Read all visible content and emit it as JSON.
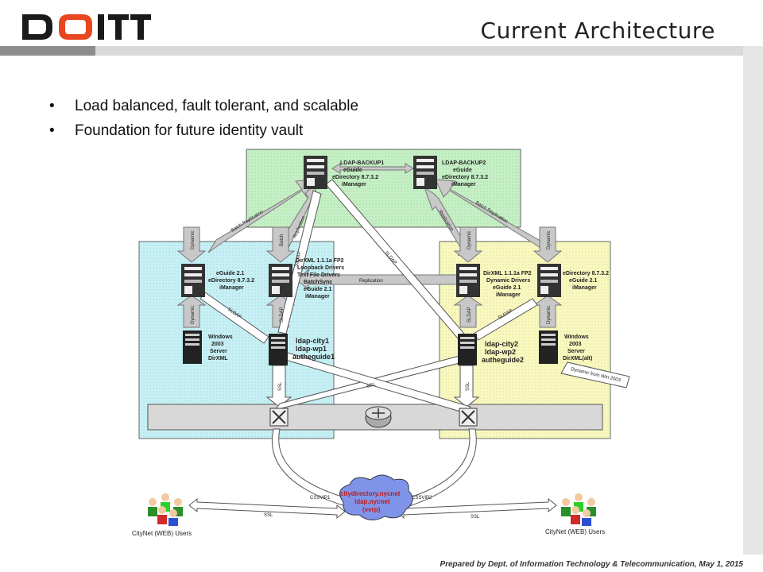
{
  "logo": {
    "text": "DOITT"
  },
  "title": "Current Architecture",
  "bullets": [
    "Load balanced, fault tolerant, and scalable",
    "Foundation for future identity vault"
  ],
  "footer": "Prepared by Dept. of Information Technology & Telecommunication, May 1, 2015",
  "colors": {
    "green_zone": "#c6efc6",
    "cyan_zone": "#c8f0f4",
    "yellow_zone": "#f8f8c0",
    "arrow_fill": "#c8c8c8"
  },
  "diagram": {
    "servers": {
      "backup1": [
        "LDAP-BACKUP1",
        "eGuide",
        "eDirectory 8.7.3.2",
        "iManager"
      ],
      "backup2": [
        "LDAP-BACKUP2",
        "eGuide",
        "eDirectory 8.7.3.2",
        "iManager"
      ],
      "left_edir": [
        "eGuide 2.1",
        "eDirectory 8.7.3.2",
        "iManager"
      ],
      "left_dirxml": [
        "DirXML 1.1.1a FP2",
        "Loopback Drivers",
        "Text File Drivers",
        "BatchSync",
        "eGuide 2.1",
        "iManager"
      ],
      "right_dirxml": [
        "DirXML 1.1.1a FP2",
        "Dynamic Drivers",
        "eGuide 2.1",
        "iManager"
      ],
      "right_edir": [
        "eDirectory 8.7.3.2",
        "eGuide 2.1",
        "iManager"
      ],
      "win_left": [
        "Windows",
        "2003",
        "Server",
        "DirXML"
      ],
      "city1": [
        "ldap-city1",
        "ldap-wp1",
        "autheguide1"
      ],
      "city2": [
        "ldap-city2",
        "ldap-wp2",
        "autheguide2"
      ],
      "win_right": [
        "Windows",
        "2003",
        "Server",
        "DirXML(alt)"
      ]
    },
    "labels": {
      "batch_replication": "Batch Replication",
      "replication": "Replication",
      "dynamic": "Dynamic",
      "batch": "Batch",
      "sldap": "SLDAP",
      "ssl": "SSL",
      "dynamic_from_win": "Dynamic from Win 2003",
      "cssvip1": "CSSVIP1",
      "cssvip2": "CSSVIP2"
    },
    "cloud": [
      "citydirectory.nycnet",
      "ldap.nycnet",
      "(vvrp)"
    ],
    "users_left": "CityNet (WEB) Users",
    "users_right": "CityNet (WEB) Users"
  }
}
